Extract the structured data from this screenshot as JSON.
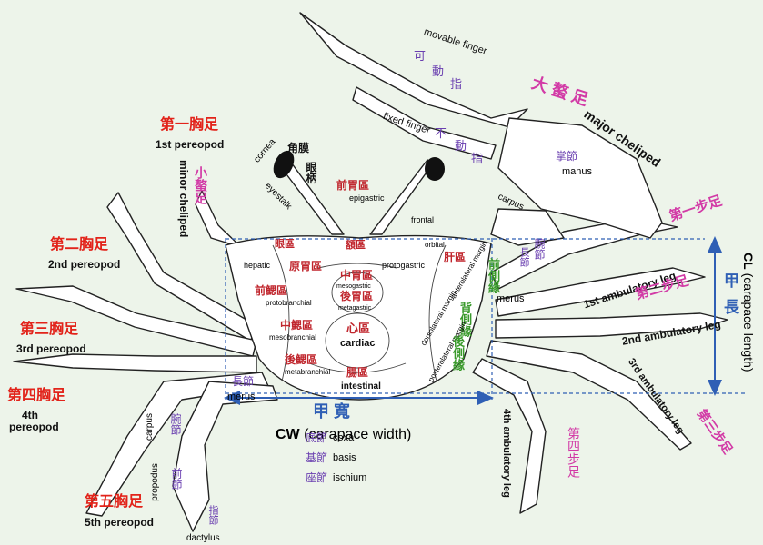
{
  "labels": {
    "movable_finger": "movable finger",
    "movable_finger_zh": [
      "可",
      "動",
      "指"
    ],
    "fixed_finger": "fixed finger",
    "fixed_finger_zh": [
      "不",
      "動",
      "指"
    ],
    "major_cheliped_zh": "大 螯 足",
    "major_cheliped": "major cheliped",
    "manus_zh": "掌節",
    "manus": "manus",
    "carpus_right": "carpus",
    "carpus_right_zh": "腕節",
    "first_walking_zh": "第一步足",
    "first_ambulatory": "1st ambulatory leg",
    "second_walking_zh": "第二步足",
    "second_ambulatory": "2nd ambulatory leg",
    "third_ambulatory": "3rd ambulatory leg",
    "third_walking_zh": "第三步足",
    "fourth_ambulatory": "4th ambulatory leg",
    "fourth_walking_zh": "第四步足",
    "cl_zh": "甲長",
    "cl_bold": "CL",
    "cl_rest": "(carapace length)",
    "cw_zh": "甲 寬",
    "cw_bold": "CW",
    "cw_rest": "(carapace width)",
    "p1_zh": "第一胸足",
    "p1": "1st pereopod",
    "p2_zh": "第二胸足",
    "p2": "2nd pereopod",
    "p3_zh": "第三胸足",
    "p3": "3rd pereopod",
    "p4_zh": "第四胸足",
    "p4_a": "4th",
    "p4_b": "pereopod",
    "p5_zh": "第五胸足",
    "p5": "5th pereopod",
    "minor_cheliped_zh": "小螯足",
    "minor_cheliped": "minor cheliped",
    "cornea": "cornea",
    "cornea_zh": "角膜",
    "eyestalk": "eyestalk",
    "eyestalk_zh": "眼柄",
    "epigastric_zh": "前胃區",
    "epigastric": "epigastric",
    "frontal": "frontal",
    "orbital": "orbital",
    "orbital_zh": "眼區",
    "frontal_zh": "額區",
    "hepatic": "hepatic",
    "protogastric_zh": "原胃區",
    "protogastric": "protogastric",
    "hepatic_zh": "肝區",
    "mesogastric_zh": "中胃區",
    "mesogastric": "mesogastric",
    "metagastric_zh": "後胃區",
    "metagastric": "metagastric",
    "protobranchial_zh": "前鰓區",
    "protobranchial": "protobranchial",
    "mesobranchial_zh": "中鰓區",
    "mesobranchial": "mesobranchial",
    "cardiac_zh": "心區",
    "cardiac": "cardiac",
    "metabranchial_zh": "後鰓區",
    "metabranchial": "metabranchial",
    "intestinal_zh": "腸區",
    "intestinal": "intestinal",
    "anterolateral": "anterolateral margin",
    "anterolateral_zh": "前側緣",
    "dorsolateral": "dorsolateral margin",
    "dorsolateral_zh": "背側緣",
    "posterolateral": "posterolateral margin",
    "posterolateral_zh": "後側緣",
    "merus_right_zh": "長節",
    "merus_right": "merus",
    "merus_left_zh": "長節",
    "merus_left": "merus",
    "coxa_zh": "底節",
    "coxa": "coxa",
    "basis_zh": "基節",
    "basis": "basis",
    "ischium_zh": "座節",
    "ischium": "ischium",
    "carpus_left": "carpus",
    "carpus_left_zh": "腕節",
    "propodus": "propodus",
    "propodus_zh": "前節",
    "dactylus": "dactylus",
    "dactylus_zh": "指節"
  },
  "colors": {
    "background": "#edf4ea",
    "red_label": "#e2231a",
    "purple_label": "#6a3fb0",
    "magenta_label": "#d23aa6",
    "green_label": "#3a9a2c",
    "region_label": "#c0262d",
    "measure": "#2f5fb5"
  }
}
